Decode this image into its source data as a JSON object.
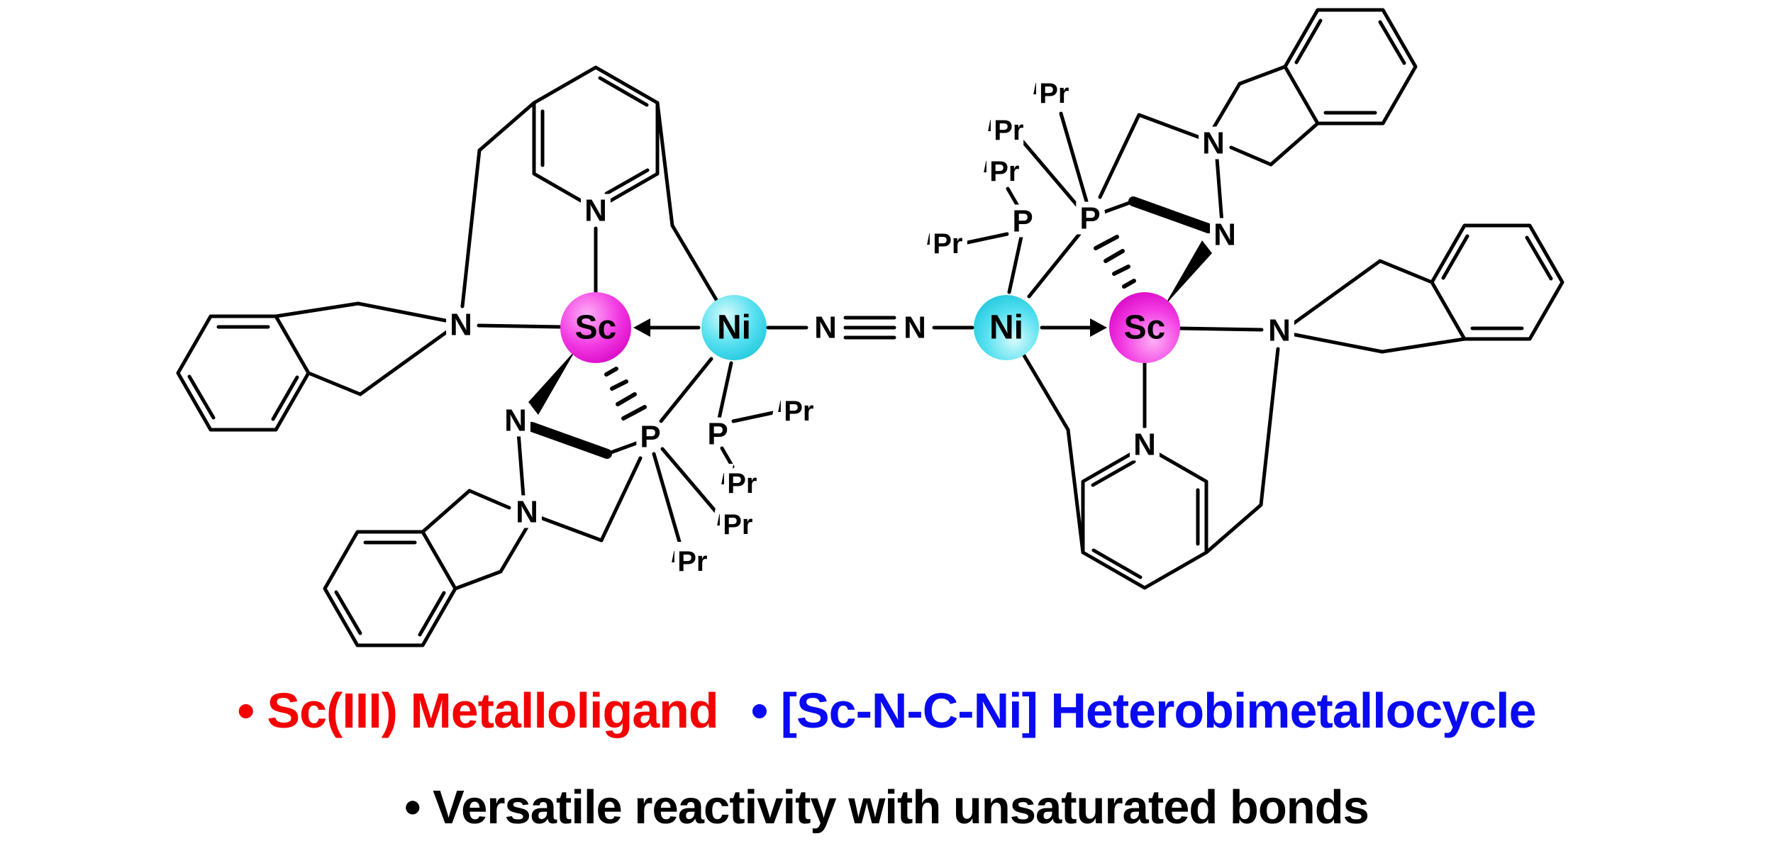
{
  "figure": {
    "type": "chemical-structure-graphical-abstract",
    "labels": {
      "sc": "Sc",
      "ni": "Ni",
      "n": "N",
      "p": "P",
      "ipr_i": "i",
      "ipr_pr": "Pr"
    },
    "colors": {
      "sc_light": "#ffb0f6",
      "sc_fill": "#f23ae2",
      "sc_dark": "#d400c2",
      "ni_light": "#d8fbfc",
      "ni_fill": "#55e0f0",
      "ni_dark": "#1ac4dc",
      "bond": "#000000",
      "bullet_red": "#f40000",
      "bullet_blue": "#0a0af2",
      "bullet_black": "#000000"
    },
    "bullets": [
      {
        "id": "red",
        "text": "• Sc(III) Metalloligand"
      },
      {
        "id": "blue",
        "text": "• [Sc-N-C-Ni] Heterobimetallocycle"
      },
      {
        "id": "black",
        "text": "• Versatile reactivity with unsaturated bonds"
      }
    ]
  }
}
